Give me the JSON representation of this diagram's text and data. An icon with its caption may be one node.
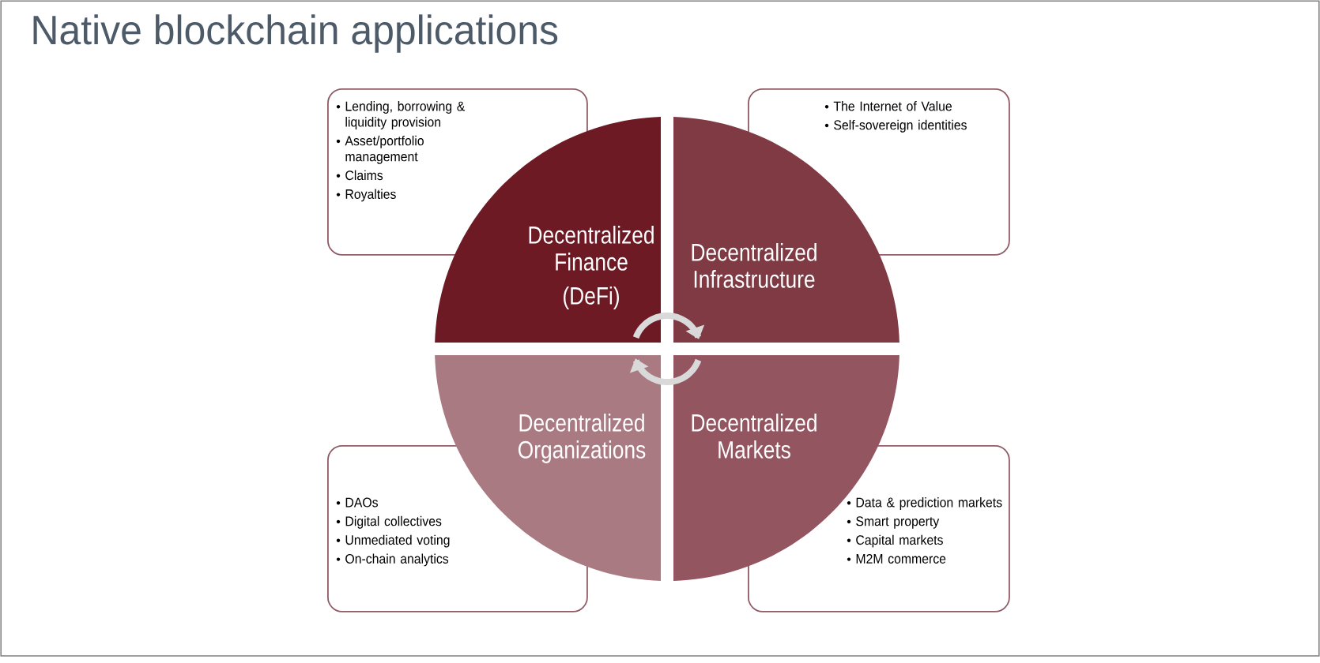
{
  "diagram": {
    "title": "Native blockchain applications",
    "nodes": [
      {
        "text": [
          "Lending, borrowing & liquidity provision",
          "Asset/portfolio management",
          "Claims",
          "Royalties"
        ]
      },
      {
        "text": [
          "The Internet of Value",
          "Self-sovereign identities"
        ]
      },
      {
        "text": [
          "Decentralized Finance",
          "(DeFi)"
        ]
      },
      {
        "text": [
          "Decentralized Infrastructure"
        ]
      },
      {
        "text": [
          "Decentralized Organizations"
        ]
      },
      {
        "text": [
          "Decentralized Markets"
        ]
      },
      {
        "text": [
          "DAOs",
          "Digital collectives",
          "Unmediated voting",
          "On-chain analytics"
        ]
      },
      {
        "text": [
          "Data & prediction markets",
          "Smart property",
          "Capital markets",
          "M2M commerce"
        ]
      }
    ]
  }
}
